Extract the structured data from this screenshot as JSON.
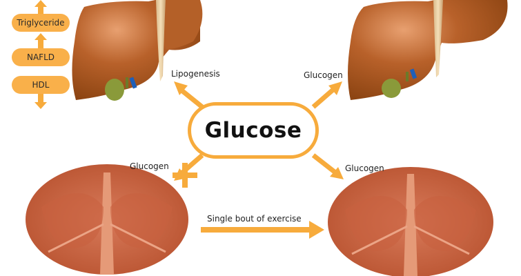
{
  "diagram": {
    "center": {
      "label": "Glucose"
    },
    "left_column": {
      "items": [
        {
          "label": "Triglyceride",
          "direction": "up"
        },
        {
          "label": "NAFLD",
          "direction": "up"
        },
        {
          "label": "HDL",
          "direction": "down"
        }
      ]
    },
    "arrows": {
      "top_left": {
        "label": "Lipogenesis",
        "target": "liver-left"
      },
      "top_right": {
        "label": "Glucogen",
        "target": "liver-right"
      },
      "bottom_left": {
        "label": "Glucogen",
        "target": "muscle-left",
        "blocked": true
      },
      "bottom_right": {
        "label": "Glucogen",
        "target": "muscle-right"
      },
      "middle": {
        "label": "Single bout of exercise"
      }
    },
    "colors": {
      "accent_orange": "#f7ab3c",
      "liver_brown": "#a9521a",
      "muscle_red": "#c8603f",
      "gallbladder_green": "#8a9a3a",
      "vessel_blue": "#1f5fb8"
    }
  }
}
